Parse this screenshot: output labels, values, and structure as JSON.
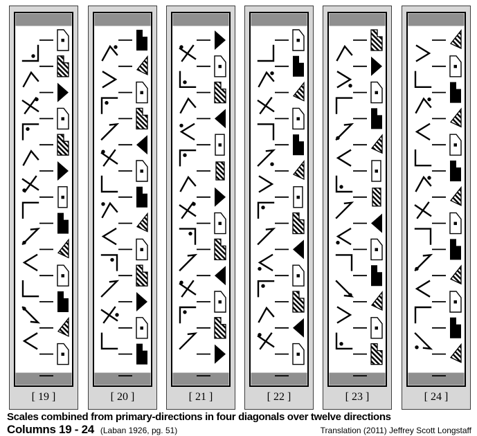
{
  "page": {
    "background": "#ffffff"
  },
  "colors": {
    "frame": "#d7d7d7",
    "frame_edge": "#3c3c3c",
    "bar": "#8f8f8f",
    "panel": "#ffffff",
    "ink": "#000000"
  },
  "caption": {
    "line1": "Scales combined from primary-directions in four diagonals over twelve directions",
    "columns_label": "Columns 19 - 24",
    "citation": "(Laban 1926, pg. 51)",
    "credit": "Translation (2011) Jeffrey Scott Longstaff"
  },
  "glyph_key": {
    "wd": "level-sign-white-pentagon-dot",
    "wrd": "level-sign-white-rect-dot",
    "hs": "level-sign-hatched-step",
    "hr": "level-sign-hatched-rect",
    "ht": "level-sign-hatched-triangle",
    "bs": "level-sign-black-step",
    "btr": "level-sign-black-triangle-right",
    "btl": "level-sign-black-triangle-left",
    "corner": "direction-corner-sign",
    "check": "direction-check-sign",
    "x": "direction-cross-sign",
    "arrow": "direction-arrow-sign",
    "y": "direction-fork-sign",
    "ang": "direction-angle-sign"
  },
  "columns": [
    {
      "label": "[ 19 ]",
      "rights": [
        "wd",
        "hs",
        "btr",
        "wd",
        "hs",
        "btr",
        "wrd",
        "bs",
        "ht",
        "wd",
        "bs",
        "ht",
        "wd"
      ],
      "lefts": [
        {
          "t": "corner",
          "o": "br",
          "d": 1
        },
        {
          "t": "check"
        },
        {
          "t": "x",
          "d": "tr"
        },
        {
          "t": "corner",
          "o": "tl",
          "d": 1
        },
        {
          "t": "check"
        },
        {
          "t": "x",
          "d": "bl"
        },
        {
          "t": "corner",
          "o": "tl"
        },
        {
          "t": "arrow",
          "o": "ne",
          "d": "bl"
        },
        {
          "t": "ang"
        },
        {
          "t": "corner",
          "o": "bl"
        },
        {
          "t": "arrow",
          "o": "se",
          "d": "tl"
        },
        {
          "t": "ang"
        }
      ]
    },
    {
      "label": "[ 20 ]",
      "rights": [
        "bs",
        "ht",
        "wd",
        "hs",
        "btl",
        "wd",
        "bs",
        "ht",
        "wd",
        "hs",
        "btr",
        "wd",
        "bs"
      ],
      "lefts": [
        {
          "t": "check",
          "d": "tr"
        },
        {
          "t": "y"
        },
        {
          "t": "corner",
          "o": "tl",
          "d": 1
        },
        {
          "t": "arrow",
          "o": "ne"
        },
        {
          "t": "x",
          "d": "tl"
        },
        {
          "t": "corner",
          "o": "bl"
        },
        {
          "t": "check",
          "d": "tl"
        },
        {
          "t": "ang"
        },
        {
          "t": "corner",
          "o": "tr",
          "d": 1
        },
        {
          "t": "arrow",
          "o": "ne"
        },
        {
          "t": "x",
          "d": "r"
        },
        {
          "t": "corner",
          "o": "bl"
        }
      ]
    },
    {
      "label": "[ 21 ]",
      "rights": [
        "btr",
        "wd",
        "hs",
        "btl",
        "wrd",
        "hr",
        "btr",
        "wd",
        "hs",
        "btl",
        "wd",
        "hs",
        "btr"
      ],
      "lefts": [
        {
          "t": "x",
          "d": "tl"
        },
        {
          "t": "corner",
          "o": "bl",
          "d": 1
        },
        {
          "t": "check"
        },
        {
          "t": "ang",
          "d": "tl"
        },
        {
          "t": "corner",
          "o": "tl",
          "d": 1
        },
        {
          "t": "check"
        },
        {
          "t": "x",
          "d": "tr"
        },
        {
          "t": "corner",
          "o": "tr",
          "d": 1
        },
        {
          "t": "arrow",
          "o": "ne"
        },
        {
          "t": "x",
          "d": "tl"
        },
        {
          "t": "corner",
          "o": "tl",
          "d": 1
        },
        {
          "t": "arrow",
          "o": "ne"
        }
      ]
    },
    {
      "label": "[ 22 ]",
      "rights": [
        "wd",
        "bs",
        "ht",
        "wd",
        "bs",
        "ht",
        "wrd",
        "hs",
        "btl",
        "wd",
        "hs",
        "btl",
        "wd"
      ],
      "lefts": [
        {
          "t": "corner",
          "o": "br"
        },
        {
          "t": "check",
          "d": "tr"
        },
        {
          "t": "x"
        },
        {
          "t": "corner",
          "o": "tr"
        },
        {
          "t": "arrow",
          "o": "ne",
          "d": "br"
        },
        {
          "t": "y"
        },
        {
          "t": "corner",
          "o": "tl",
          "d": 1
        },
        {
          "t": "arrow",
          "o": "ne"
        },
        {
          "t": "ang",
          "d": "bl"
        },
        {
          "t": "corner",
          "o": "tl",
          "d": 1
        },
        {
          "t": "check"
        },
        {
          "t": "x",
          "d": "tl"
        }
      ]
    },
    {
      "label": "[ 23 ]",
      "rights": [
        "hs",
        "btr",
        "wd",
        "bs",
        "ht",
        "wrd",
        "hr",
        "btl",
        "wd",
        "bs",
        "ht",
        "wd",
        "hs"
      ],
      "lefts": [
        {
          "t": "check"
        },
        {
          "t": "y",
          "d": "br"
        },
        {
          "t": "corner",
          "o": "tl"
        },
        {
          "t": "arrow",
          "o": "ne",
          "d": "bl"
        },
        {
          "t": "ang"
        },
        {
          "t": "corner",
          "o": "bl",
          "d": 1
        },
        {
          "t": "arrow",
          "o": "ne"
        },
        {
          "t": "ang",
          "d": "bl"
        },
        {
          "t": "corner",
          "o": "tr"
        },
        {
          "t": "arrow",
          "o": "se",
          "d": "br"
        },
        {
          "t": "y"
        },
        {
          "t": "corner",
          "o": "bl",
          "d": 1
        }
      ]
    },
    {
      "label": "[ 24 ]",
      "rights": [
        "ht",
        "wd",
        "bs",
        "ht",
        "wd",
        "bs",
        "ht",
        "wd",
        "bs",
        "ht",
        "wd",
        "bs",
        "ht"
      ],
      "lefts": [
        {
          "t": "y"
        },
        {
          "t": "corner",
          "o": "bl"
        },
        {
          "t": "check",
          "d": "tr"
        },
        {
          "t": "ang"
        },
        {
          "t": "corner",
          "o": "bl"
        },
        {
          "t": "check",
          "d": "tr"
        },
        {
          "t": "x"
        },
        {
          "t": "corner",
          "o": "tr"
        },
        {
          "t": "arrow",
          "o": "ne",
          "d": "bl"
        },
        {
          "t": "ang"
        },
        {
          "t": "corner",
          "o": "tl"
        },
        {
          "t": "arrow",
          "o": "se",
          "d": "bl"
        }
      ]
    }
  ]
}
